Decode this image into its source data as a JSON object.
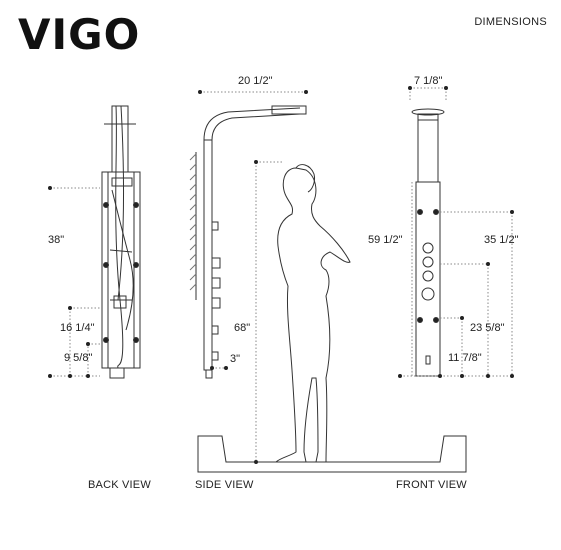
{
  "brand": {
    "logo": "VIGO"
  },
  "heading": "DIMENSIONS",
  "views": {
    "back": "BACK VIEW",
    "side": "SIDE VIEW",
    "front": "FRONT VIEW"
  },
  "dimensions": {
    "back_height": "38\"",
    "back_lower_jets": "16 1/4\"",
    "back_bottom": "9 5/8\"",
    "side_arm_width": "20 1/2\"",
    "side_depth_bottom": "3\"",
    "side_height_person": "68\"",
    "front_width": "7 1/8\"",
    "front_height": "59 1/2\"",
    "front_upper_jets": "35 1/2\"",
    "front_mid": "23 5/8\"",
    "front_bottom": "11 7/8\""
  }
}
